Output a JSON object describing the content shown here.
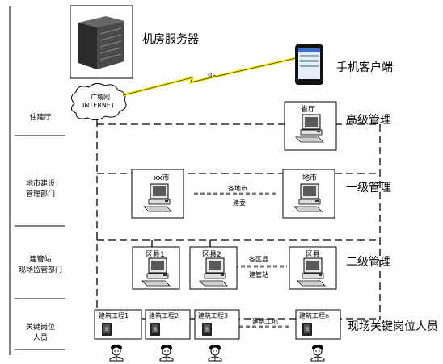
{
  "left_labels": {
    "ministry": "住建厅",
    "city_dept": "地市建设\n管理部门",
    "county_dept": "建管站\n现场监管部门",
    "key_staff": "关键岗位\n人员"
  },
  "top": {
    "server_label": "机房服务器",
    "phone_label": "手机客户端",
    "signal_label": "3G",
    "network_label_1": "广域网",
    "network_label_2": "INTERNET"
  },
  "levels": {
    "top_title": "高级管理",
    "level1_title": "一级管理",
    "level2_title": "二级管理",
    "field_title": "现场关键岗位人员"
  },
  "nodes": {
    "province": "省厅",
    "xx_city": "xx市",
    "city": "地市",
    "county1": "区县1",
    "county2": "区县2",
    "county3": "区县"
  },
  "links": {
    "city_link_1": "各地市",
    "city_link_2": "建委",
    "county_link_1": "各区县",
    "county_link_2": "建管站",
    "site_link": "建筑工地"
  },
  "sites": {
    "site1": "建筑工程1",
    "site2": "建筑工程2",
    "site3": "建筑工程3",
    "siten": "建筑工程n"
  }
}
